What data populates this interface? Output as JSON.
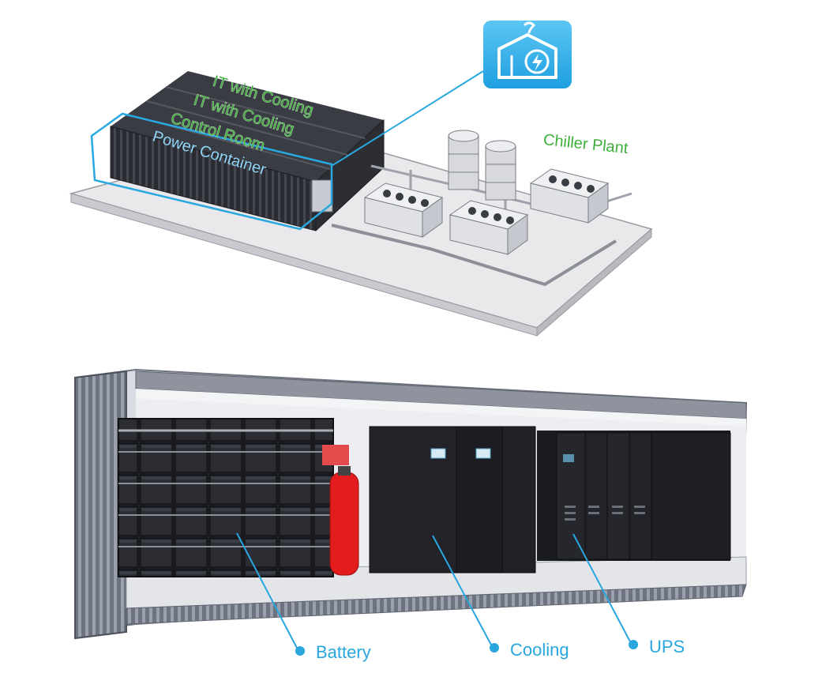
{
  "top_diagram": {
    "labels": {
      "it_cooling_1": "IT with Cooling",
      "it_cooling_2": "IT with Cooling",
      "control_room": "Control Room",
      "power_container": "Power Container",
      "chiller_plant": "Chiller Plant"
    },
    "icon": "container-power-icon"
  },
  "bottom_diagram": {
    "callouts": {
      "battery": "Battery",
      "cooling": "Cooling",
      "ups": "UPS"
    }
  },
  "colors": {
    "label_green": "#3fae3b",
    "callout_blue": "#2aa6df",
    "highlight_blue": "#29a8e0"
  }
}
